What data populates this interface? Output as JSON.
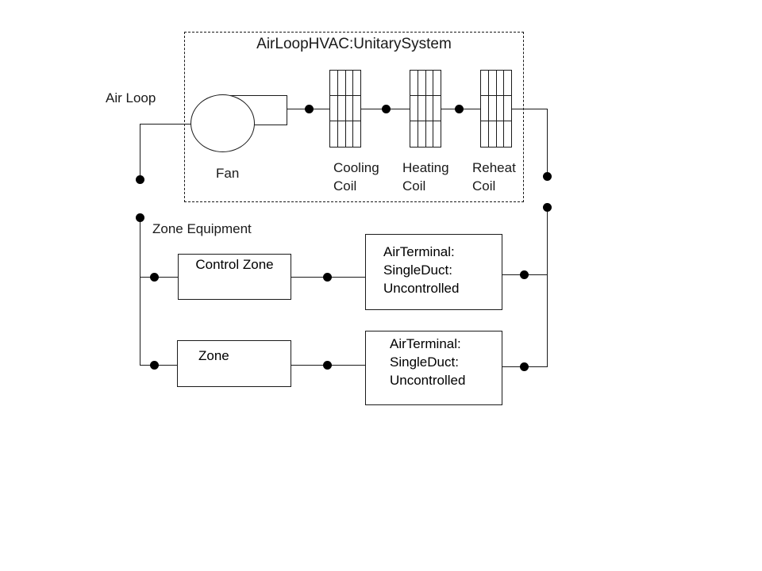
{
  "colors": {
    "background": "#ffffff",
    "line": "#1a1a1a",
    "text": "#1a1a1a"
  },
  "labels": {
    "air_loop": "Air Loop",
    "zone_equipment": "Zone Equipment",
    "fan": "Fan"
  },
  "unitary_system": {
    "title": "AirLoopHVAC:UnitarySystem",
    "coils": [
      {
        "id": "cooling-coil",
        "label": "Cooling\nCoil"
      },
      {
        "id": "heating-coil",
        "label": "Heating\nCoil"
      },
      {
        "id": "reheat-coil",
        "label": "Reheat\nCoil"
      }
    ]
  },
  "zones": [
    {
      "id": "control-zone",
      "label": "Control Zone"
    },
    {
      "id": "zone",
      "label": "Zone"
    }
  ],
  "air_terminals": [
    {
      "label": "AirTerminal:\nSingleDuct:\nUncontrolled"
    },
    {
      "label": "AirTerminal:\nSingleDuct:\nUncontrolled"
    }
  ]
}
